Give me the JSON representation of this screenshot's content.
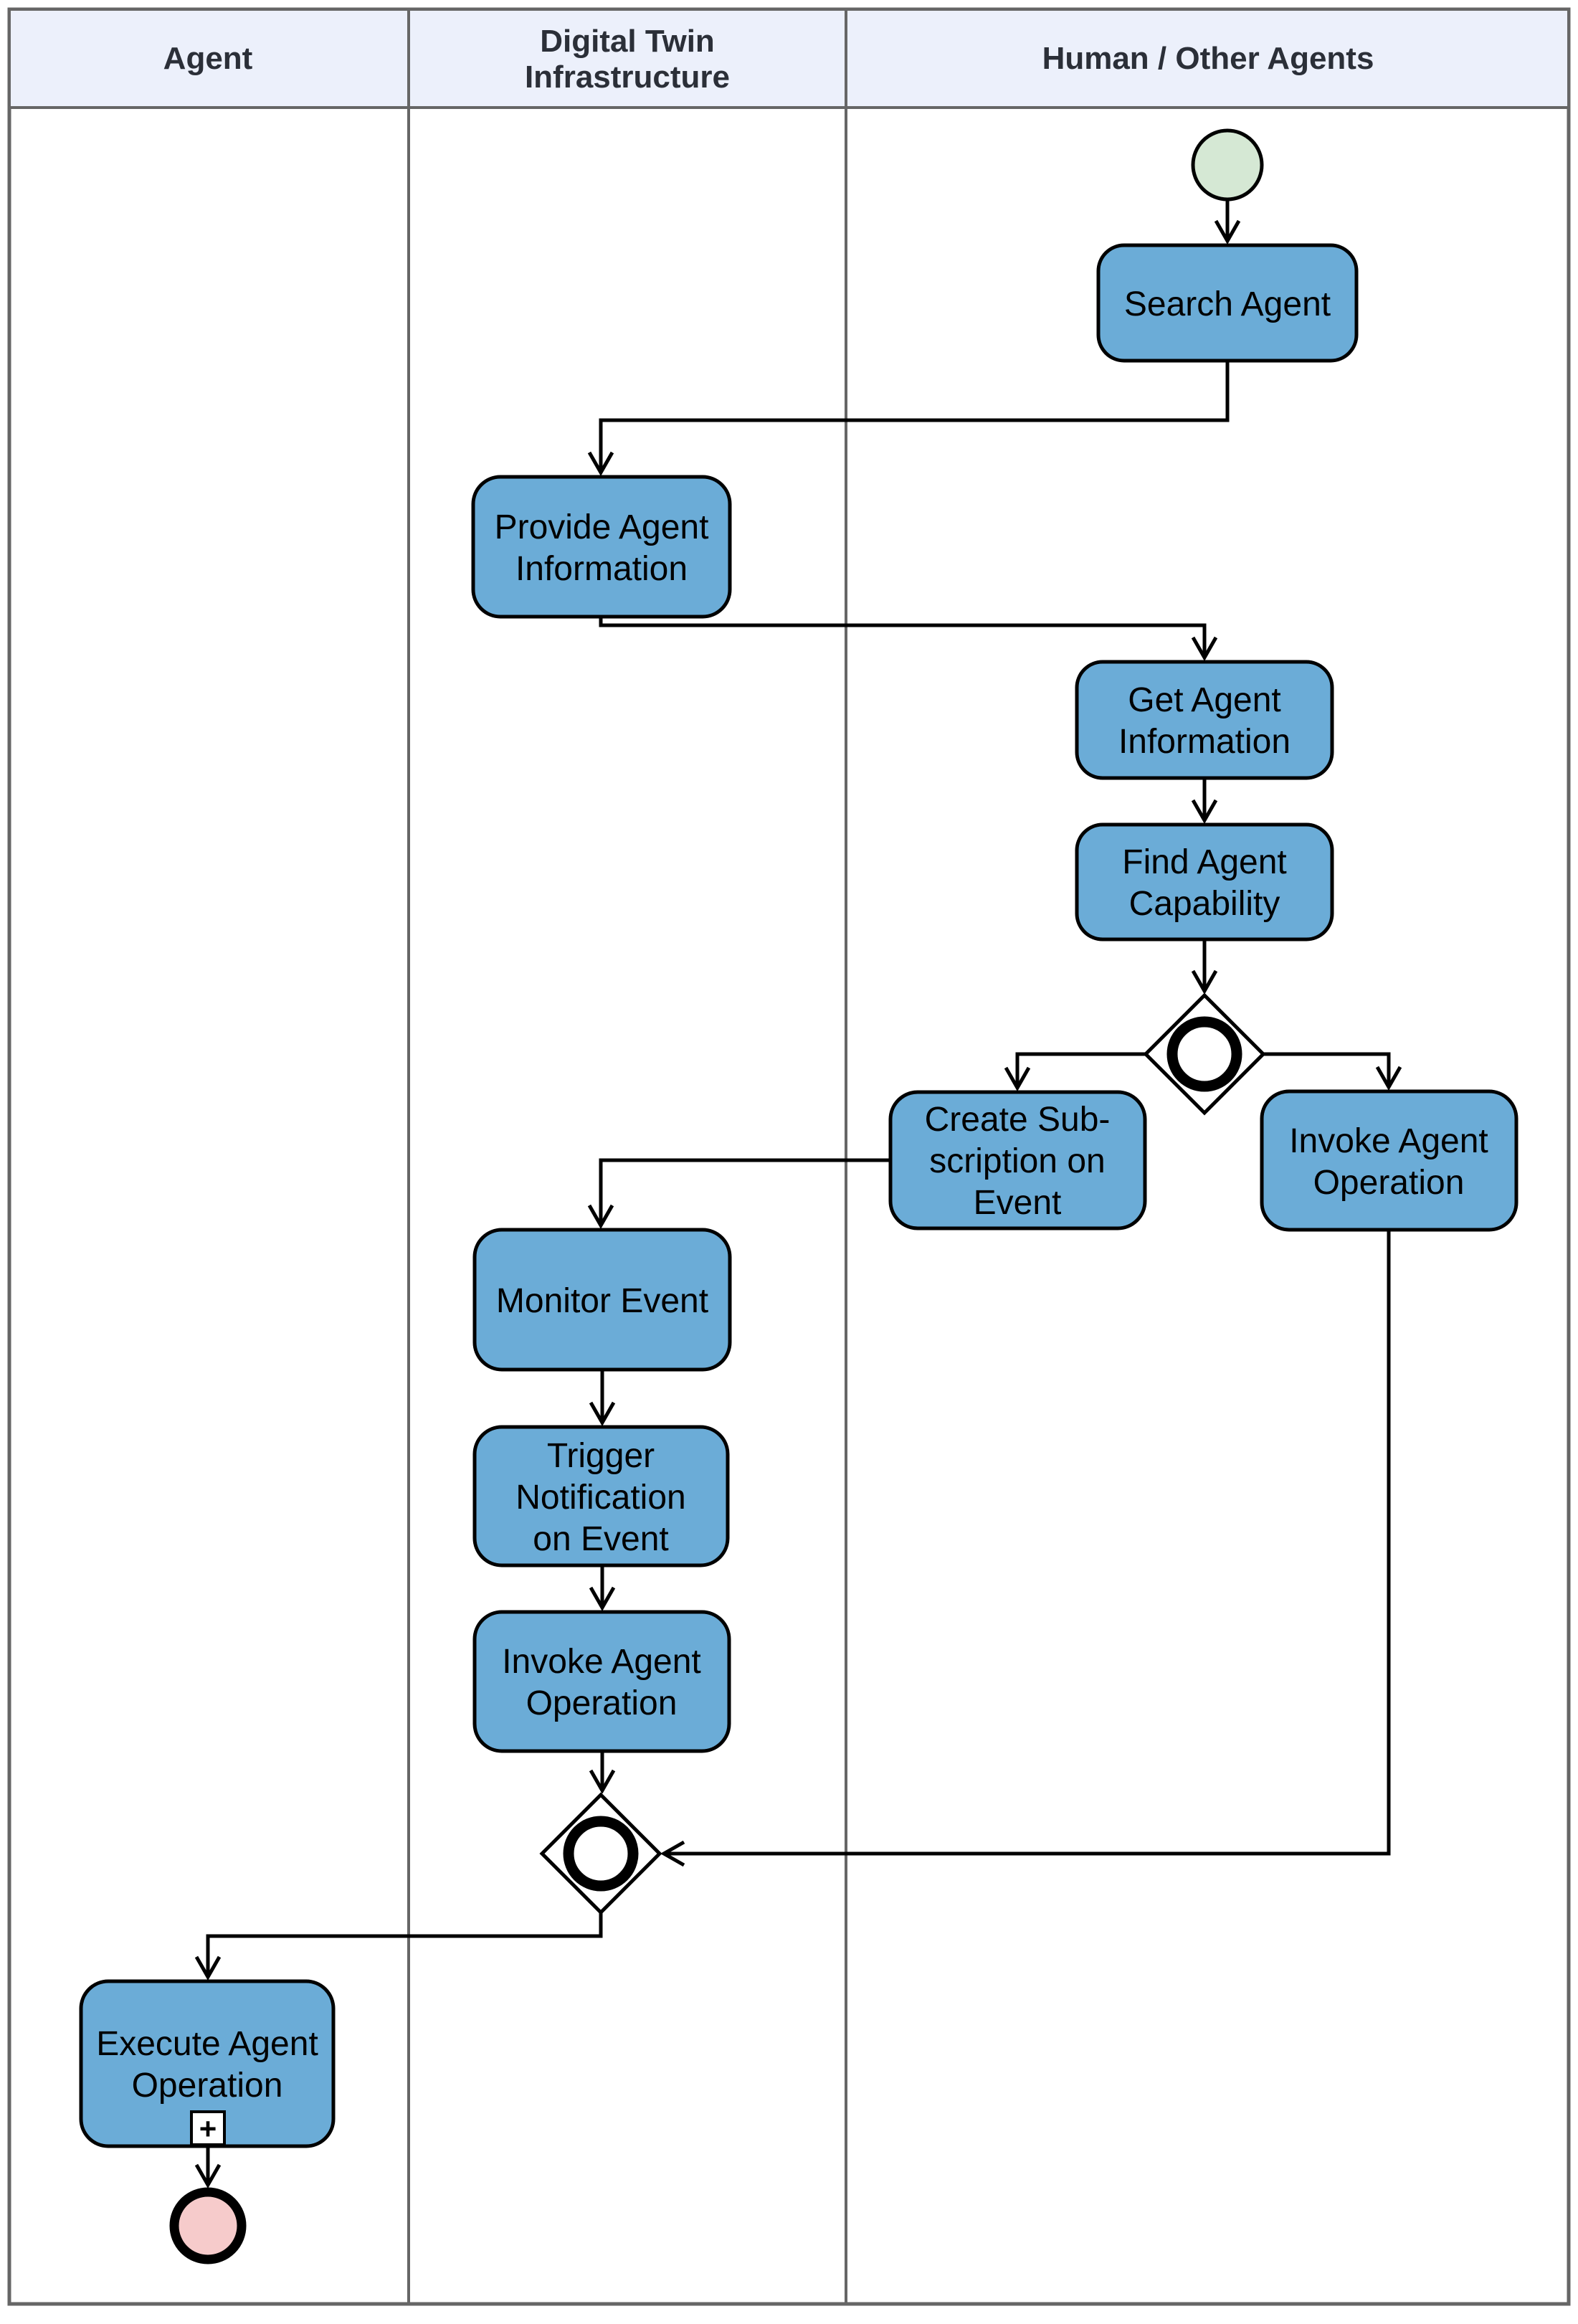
{
  "lanes": [
    {
      "id": "agent",
      "lines": [
        "Agent"
      ]
    },
    {
      "id": "digital-twin-infrastructure",
      "lines": [
        "Digital Twin",
        "Infrastructure"
      ]
    },
    {
      "id": "human-other-agents",
      "lines": [
        "Human / Other Agents"
      ]
    }
  ],
  "nodes": {
    "search_agent": {
      "lines": [
        "Search Agent"
      ]
    },
    "provide_agent_information": {
      "lines": [
        "Provide Agent",
        "Information"
      ]
    },
    "get_agent_information": {
      "lines": [
        "Get Agent",
        "Information"
      ]
    },
    "find_agent_capability": {
      "lines": [
        "Find Agent",
        "Capability"
      ]
    },
    "create_subscription_on_event": {
      "lines": [
        "Create Sub-",
        "scription on",
        "Event"
      ]
    },
    "invoke_agent_operation_human": {
      "lines": [
        "Invoke Agent",
        "Operation"
      ]
    },
    "monitor_event": {
      "lines": [
        "Monitor Event"
      ]
    },
    "trigger_notification_on_event": {
      "lines": [
        "Trigger",
        "Notification",
        "on Event"
      ]
    },
    "invoke_agent_operation_infra": {
      "lines": [
        "Invoke Agent",
        "Operation"
      ]
    },
    "execute_agent_operation": {
      "lines": [
        "Execute Agent",
        "Operation"
      ],
      "marker": "+"
    }
  },
  "colors": {
    "activity_fill": "#6BACD7",
    "start_event_fill": "#D5E8D4",
    "end_event_fill": "#F6CBCB",
    "header_fill": "#ECF0FB",
    "lane_border": "#666666",
    "flow_color": "#000000",
    "header_text": "#2B2F38"
  }
}
